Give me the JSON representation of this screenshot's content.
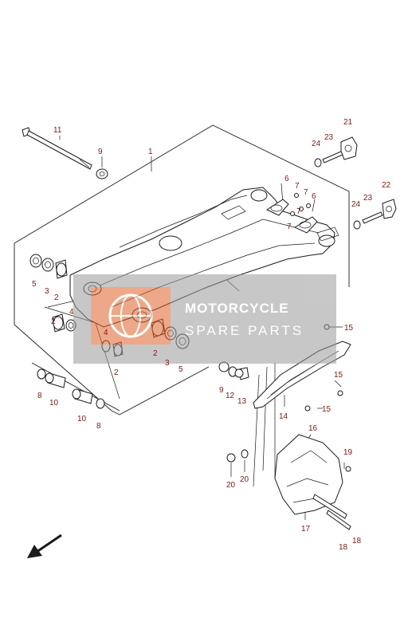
{
  "watermark": {
    "line1": "MOTORCYCLE",
    "line2": "SPARE PARTS",
    "badge_color": "#e0622a",
    "band_color": "#9a9a9a"
  },
  "callouts": [
    {
      "id": "c1",
      "text": "1"
    },
    {
      "id": "c2a",
      "text": "2"
    },
    {
      "id": "c2b",
      "text": "2"
    },
    {
      "id": "c2c",
      "text": "2"
    },
    {
      "id": "c2d",
      "text": "2"
    },
    {
      "id": "c3a",
      "text": "3"
    },
    {
      "id": "c3b",
      "text": "3"
    },
    {
      "id": "c4a",
      "text": "4"
    },
    {
      "id": "c4b",
      "text": "4"
    },
    {
      "id": "c5a",
      "text": "5"
    },
    {
      "id": "c5b",
      "text": "5"
    },
    {
      "id": "c6a",
      "text": "6"
    },
    {
      "id": "c6b",
      "text": "6"
    },
    {
      "id": "c7a",
      "text": "7"
    },
    {
      "id": "c7b",
      "text": "7"
    },
    {
      "id": "c7c",
      "text": "7"
    },
    {
      "id": "c7d",
      "text": "7"
    },
    {
      "id": "c8a",
      "text": "8"
    },
    {
      "id": "c8b",
      "text": "8"
    },
    {
      "id": "c9a",
      "text": "9"
    },
    {
      "id": "c9b",
      "text": "9"
    },
    {
      "id": "c10a",
      "text": "10"
    },
    {
      "id": "c10b",
      "text": "10"
    },
    {
      "id": "c11",
      "text": "11"
    },
    {
      "id": "c12",
      "text": "12"
    },
    {
      "id": "c13",
      "text": "13"
    },
    {
      "id": "c14",
      "text": "14"
    },
    {
      "id": "c15a",
      "text": "15"
    },
    {
      "id": "c15b",
      "text": "15"
    },
    {
      "id": "c15c",
      "text": "15"
    },
    {
      "id": "c16",
      "text": "16"
    },
    {
      "id": "c17",
      "text": "17"
    },
    {
      "id": "c18a",
      "text": "18"
    },
    {
      "id": "c18b",
      "text": "18"
    },
    {
      "id": "c19",
      "text": "19"
    },
    {
      "id": "c20a",
      "text": "20"
    },
    {
      "id": "c20b",
      "text": "20"
    },
    {
      "id": "c21",
      "text": "21"
    },
    {
      "id": "c22",
      "text": "22"
    },
    {
      "id": "c23a",
      "text": "23"
    },
    {
      "id": "c23b",
      "text": "23"
    },
    {
      "id": "c24a",
      "text": "24"
    },
    {
      "id": "c24b",
      "text": "24"
    }
  ]
}
